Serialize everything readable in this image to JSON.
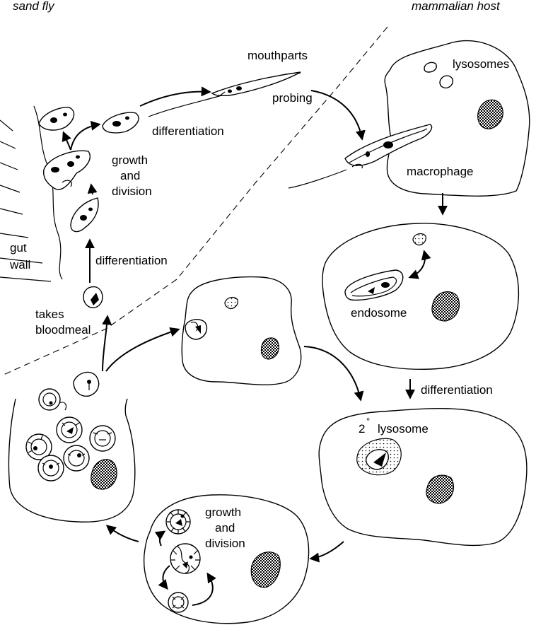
{
  "hosts": {
    "sand_fly": "sand fly",
    "mammalian_host": "mammalian host"
  },
  "labels": {
    "mouthparts": "mouthparts",
    "probing": "probing",
    "lysosomes": "lysosomes",
    "differentiation_top": "differentiation",
    "growth_top_1": "growth",
    "growth_top_2": "and",
    "growth_top_3": "division",
    "macrophage": "macrophage",
    "gut_1": "gut",
    "gut_2": "wall",
    "differentiation_gut": "differentiation",
    "takes_1": "takes",
    "takes_2": "bloodmeal",
    "endosome": "endosome",
    "differentiation_right": "differentiation",
    "secondary_lysosome_num": "2",
    "secondary_lysosome_deg": "°",
    "secondary_lysosome_word": "lysosome",
    "growth_bottom_1": "growth",
    "growth_bottom_2": "and",
    "growth_bottom_3": "division"
  },
  "colors": {
    "ink": "#000000",
    "background": "#ffffff"
  }
}
